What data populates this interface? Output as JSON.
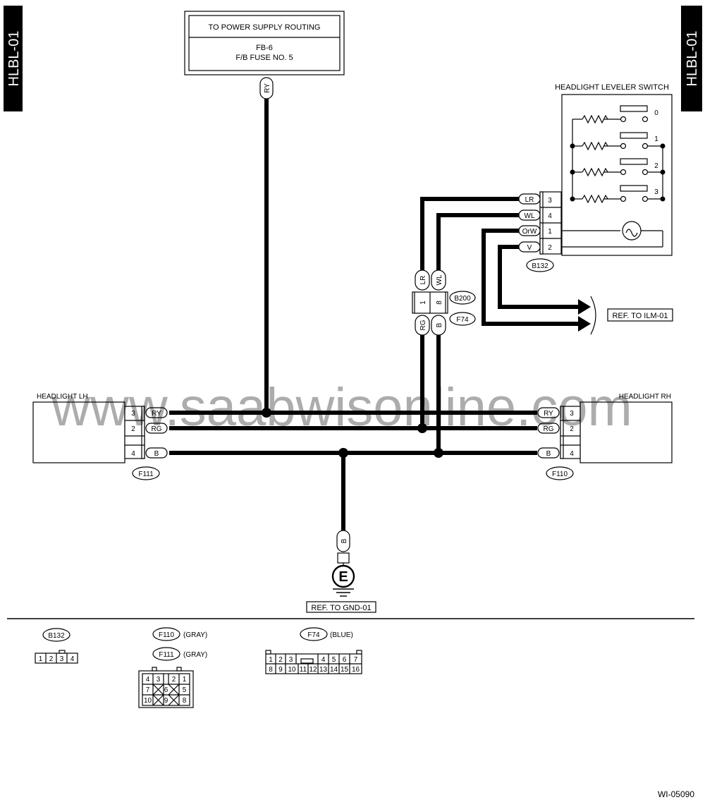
{
  "page": {
    "tab_left": "HLBL-01",
    "tab_right": "HLBL-01",
    "watermark": "www.saabwisonline.com",
    "figure_id": "WI-05090"
  },
  "power_box": {
    "line1": "TO POWER SUPPLY ROUTING",
    "line2": "FB-6",
    "line3": "F/B FUSE NO. 5"
  },
  "wires": {
    "ry": "RY",
    "rg": "RG",
    "b": "B",
    "lr": "LR",
    "wl": "WL",
    "orw": "OrW",
    "v": "V"
  },
  "switch": {
    "title": "HEADLIGHT LEVELER SWITCH",
    "positions": [
      "0",
      "1",
      "2",
      "3"
    ],
    "pins": [
      "3",
      "4",
      "1",
      "2"
    ],
    "connector": "B132"
  },
  "inline_connector": {
    "pins": [
      "1",
      "8"
    ],
    "names": [
      "B200",
      "F74"
    ]
  },
  "ref_ilm": "REF. TO ILM-01",
  "ref_gnd": "REF. TO GND-01",
  "ground_symbol": "E",
  "headlight_lh": {
    "title": "HEADLIGHT LH",
    "pins": [
      "3",
      "2",
      "4"
    ],
    "connector": "F111"
  },
  "headlight_rh": {
    "title": "HEADLIGHT RH",
    "pins": [
      "3",
      "2",
      "4"
    ],
    "connector": "F110"
  },
  "legend": {
    "b132": {
      "name": "B132",
      "pins": [
        "1",
        "2",
        "3",
        "4"
      ]
    },
    "f110": {
      "name": "F110",
      "color": "(GRAY)"
    },
    "f111": {
      "name": "F111",
      "color": "(GRAY)",
      "pins": [
        "4",
        "3",
        "2",
        "1",
        "7",
        "6",
        "5",
        "10",
        "9",
        "8"
      ]
    },
    "f74": {
      "name": "F74",
      "color": "(BLUE)",
      "pins": [
        "1",
        "2",
        "3",
        "4",
        "5",
        "6",
        "7",
        "8",
        "9",
        "10",
        "11",
        "12",
        "13",
        "14",
        "15",
        "16"
      ]
    }
  }
}
